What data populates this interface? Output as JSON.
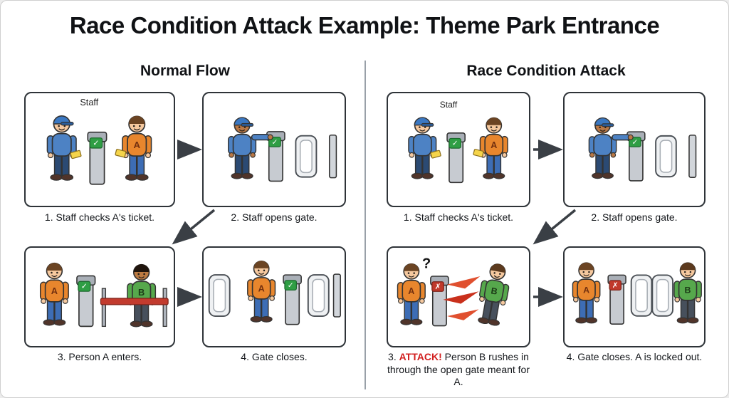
{
  "title": "Race Condition Attack Example: Theme Park Entrance",
  "labels": {
    "staff": "Staff",
    "person_a": "A",
    "person_b": "B",
    "question": "?"
  },
  "icons": {
    "check": "✓",
    "cross": "✗"
  },
  "colors": {
    "person_a_shirt": "#E8862D",
    "person_b_shirt": "#56A84C",
    "staff_shirt": "#4D82C4",
    "check_green": "#2F9E44",
    "cross_red": "#C0392B",
    "attack_text": "#D21F1F"
  },
  "columns": {
    "normal": {
      "heading": "Normal Flow",
      "panels": [
        {
          "caption": "1. Staff checks A's ticket."
        },
        {
          "caption": "2. Staff opens gate."
        },
        {
          "caption": "3. Person A enters."
        },
        {
          "caption": "4. Gate closes."
        }
      ]
    },
    "attack": {
      "heading": "Race Condition Attack",
      "panels": [
        {
          "caption": "1. Staff checks A's ticket."
        },
        {
          "caption": "2. Staff opens gate."
        },
        {
          "prefix": "3. ",
          "attack": "ATTACK!",
          "rest": " Person B rushes in through the open gate meant for A."
        },
        {
          "caption": "4. Gate closes. A is locked out."
        }
      ]
    }
  }
}
